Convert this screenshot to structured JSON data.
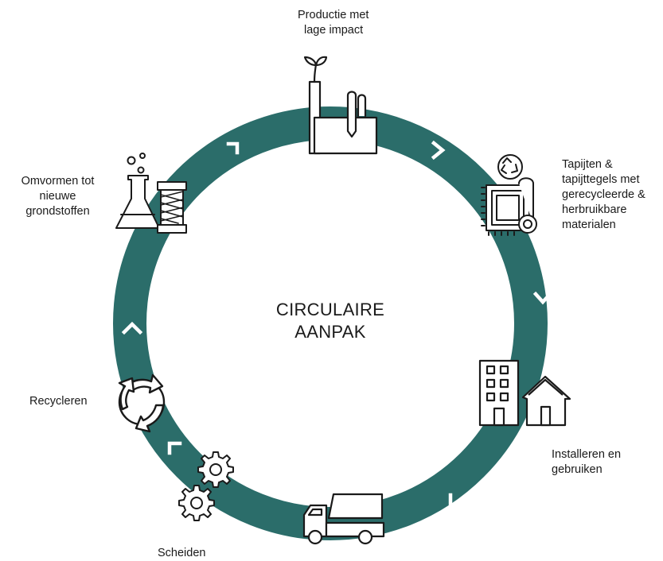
{
  "center": {
    "line1": "CIRCULAIRE",
    "line2": "AANPAK"
  },
  "stages": [
    {
      "lines": [
        "Productie met",
        "lage impact"
      ],
      "icon": "factory-icon"
    },
    {
      "lines": [
        "Tapijten &",
        "tapijttegels met",
        "gerecycleerde &",
        "herbruikbare",
        "materialen"
      ],
      "icon": "carpet-recycle-icon"
    },
    {
      "lines": [
        "Installeren en",
        "gebruiken"
      ],
      "icon": "building-house-icon"
    },
    {
      "lines": [
        "Scheiden"
      ],
      "icon": "truck-icon"
    },
    {
      "lines": [
        "Recycleren"
      ],
      "icon": "recycle-arrows-icon"
    },
    {
      "lines": [
        "Omvormen tot",
        "nieuwe",
        "grondstoffen"
      ],
      "icon": "flask-spool-icon"
    }
  ],
  "colors": {
    "ring": "#2b6d6a",
    "chevron": "#ffffff",
    "icon_stroke": "#1a1a1a"
  }
}
